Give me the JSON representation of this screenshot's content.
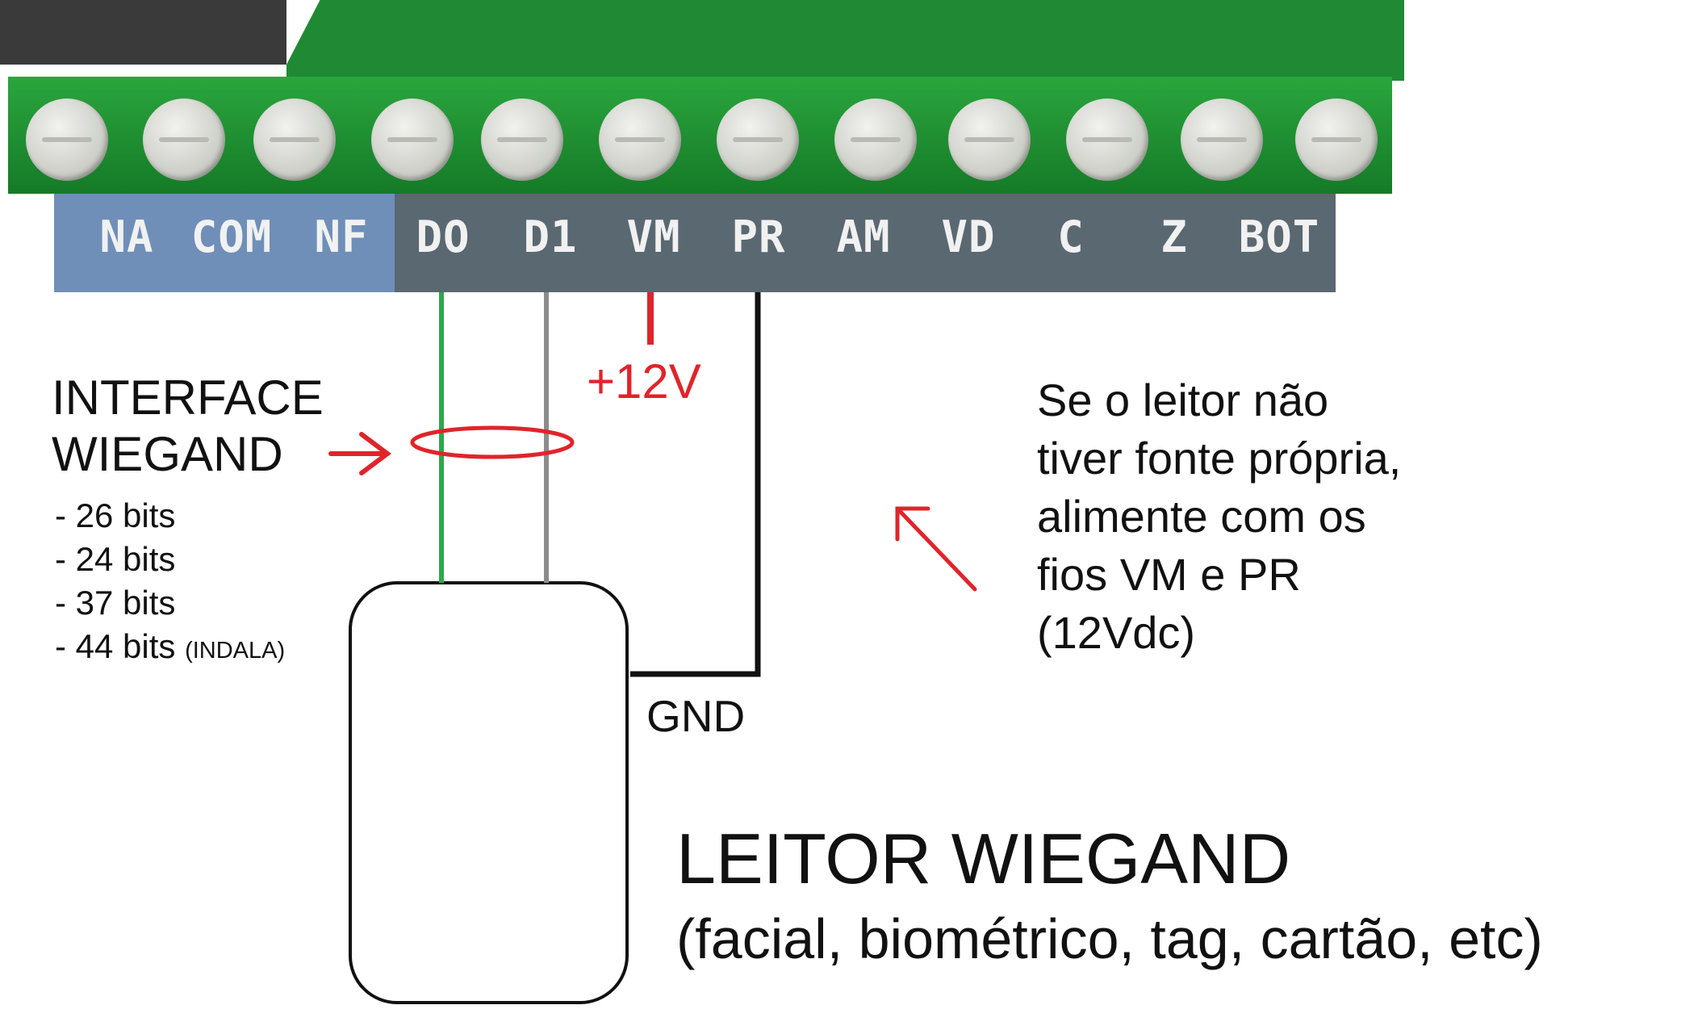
{
  "terminals": [
    {
      "label": "NA"
    },
    {
      "label": "COM"
    },
    {
      "label": "NF"
    },
    {
      "label": "DO"
    },
    {
      "label": "D1"
    },
    {
      "label": "VM"
    },
    {
      "label": "PR"
    },
    {
      "label": "AM"
    },
    {
      "label": "VD"
    },
    {
      "label": "C"
    },
    {
      "label": "Z"
    },
    {
      "label": "BOT"
    }
  ],
  "interface": {
    "title_line1": "INTERFACE",
    "title_line2": "WIEGAND",
    "bits": [
      "- 26 bits",
      "- 24 bits",
      "- 37 bits",
      "- 44 bits"
    ],
    "bits_note": "(INDALA)"
  },
  "power_label": "+12V",
  "gnd_label": "GND",
  "power_note": [
    "Se o leitor não",
    "tiver fonte própria,",
    "alimente com os",
    "fios VM e PR",
    "(12Vdc)"
  ],
  "reader": {
    "title": "LEITOR WIEGAND",
    "subtitle": "(facial, biométrico, tag, cartão, etc)"
  },
  "colors": {
    "wire_d0": "#2ea84a",
    "wire_d1": "#8c8c8c",
    "wire_vm": "#e0242b",
    "wire_pr": "#111111",
    "annotation": "#e0242b",
    "board_green": "#1f8a33",
    "label_blue": "#6f8fb8",
    "label_gray": "#5a6872"
  }
}
